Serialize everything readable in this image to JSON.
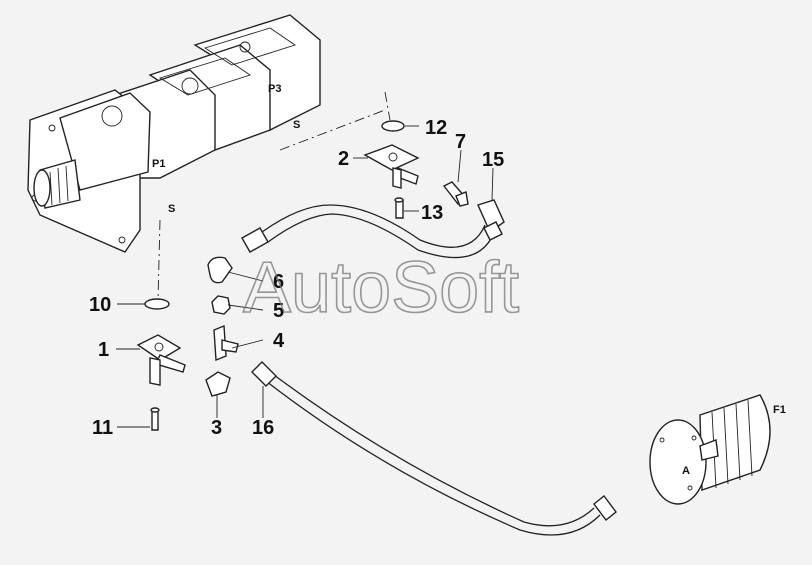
{
  "watermark": "AutoSoft",
  "component_labels": {
    "p1": "P1",
    "p3": "P3",
    "s_upper": "S",
    "s_left": "S",
    "f1": "F1",
    "a": "A"
  },
  "callouts": {
    "c1": "1",
    "c2": "2",
    "c3": "3",
    "c4": "4",
    "c5": "5",
    "c6": "6",
    "c7": "7",
    "c10": "10",
    "c11": "11",
    "c12": "12",
    "c13": "13",
    "c15": "15",
    "c16": "16"
  }
}
